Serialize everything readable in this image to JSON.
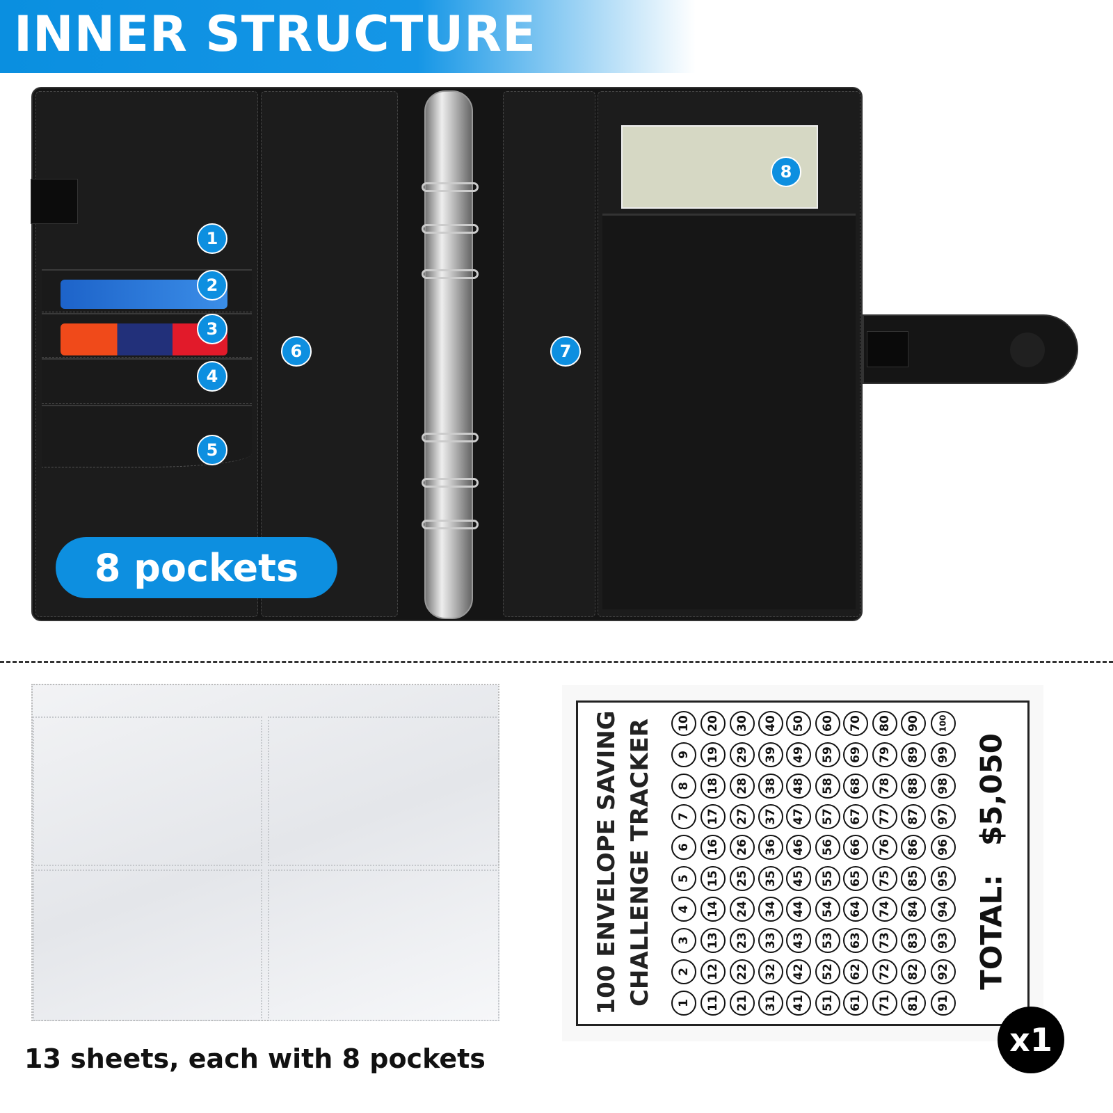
{
  "header": {
    "title": "INNER STRUCTURE"
  },
  "binder": {
    "badges": [
      "1",
      "2",
      "3",
      "4",
      "5",
      "6",
      "7",
      "8"
    ],
    "pockets_label": "8 pockets"
  },
  "sheets": {
    "caption": "13 sheets, each with 8 pockets"
  },
  "tracker": {
    "title_line1": "100 ENVELOPE SAVING",
    "title_line2": "CHALLENGE TRACKER",
    "total_label": "TOTAL:",
    "total_value": "$5,050",
    "numbers_min": 1,
    "numbers_max": 100
  },
  "quantity": "x1",
  "colors": {
    "accent": "#0d8fe0",
    "binder": "#151515"
  }
}
